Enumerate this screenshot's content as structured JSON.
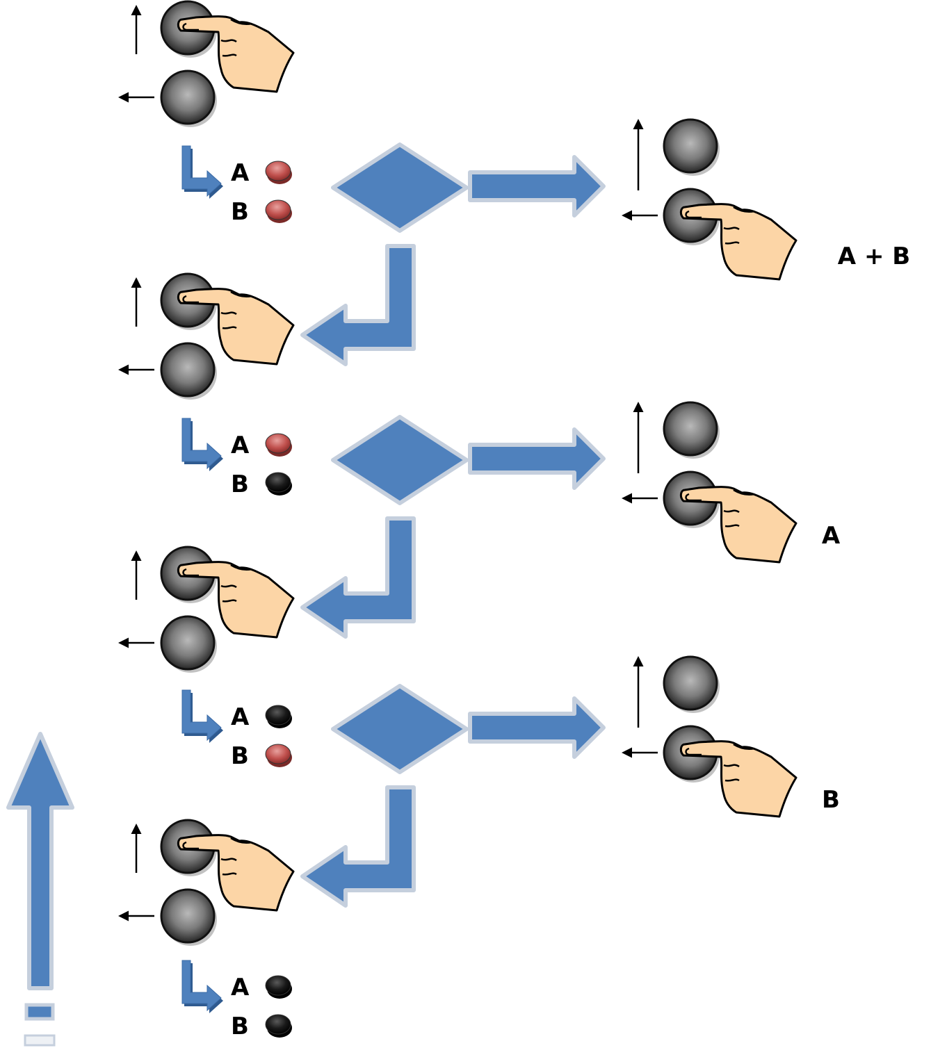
{
  "colors": {
    "arrow_blue": "#4f81bd",
    "arrow_outline": "#c5cfdd",
    "led_on": "#c0504d",
    "led_off": "#111111",
    "button_gray": "#8a8a8a",
    "hand_skin": "#fcd5a6"
  },
  "icons": {
    "button": "round-push-button-icon",
    "hand": "pointing-hand-icon",
    "led": "indicator-led-icon",
    "decision": "decision-diamond-icon",
    "flow_arrow": "flow-arrow-icon"
  },
  "steps": [
    {
      "leds": [
        {
          "label": "A",
          "state": "on"
        },
        {
          "label": "B",
          "state": "on"
        }
      ],
      "result": "A  +  B"
    },
    {
      "leds": [
        {
          "label": "A",
          "state": "on"
        },
        {
          "label": "B",
          "state": "off"
        }
      ],
      "result": "A"
    },
    {
      "leds": [
        {
          "label": "A",
          "state": "off"
        },
        {
          "label": "B",
          "state": "on"
        }
      ],
      "result": "B"
    },
    {
      "leds": [
        {
          "label": "A",
          "state": "off"
        },
        {
          "label": "B",
          "state": "off"
        }
      ],
      "result": null
    }
  ]
}
